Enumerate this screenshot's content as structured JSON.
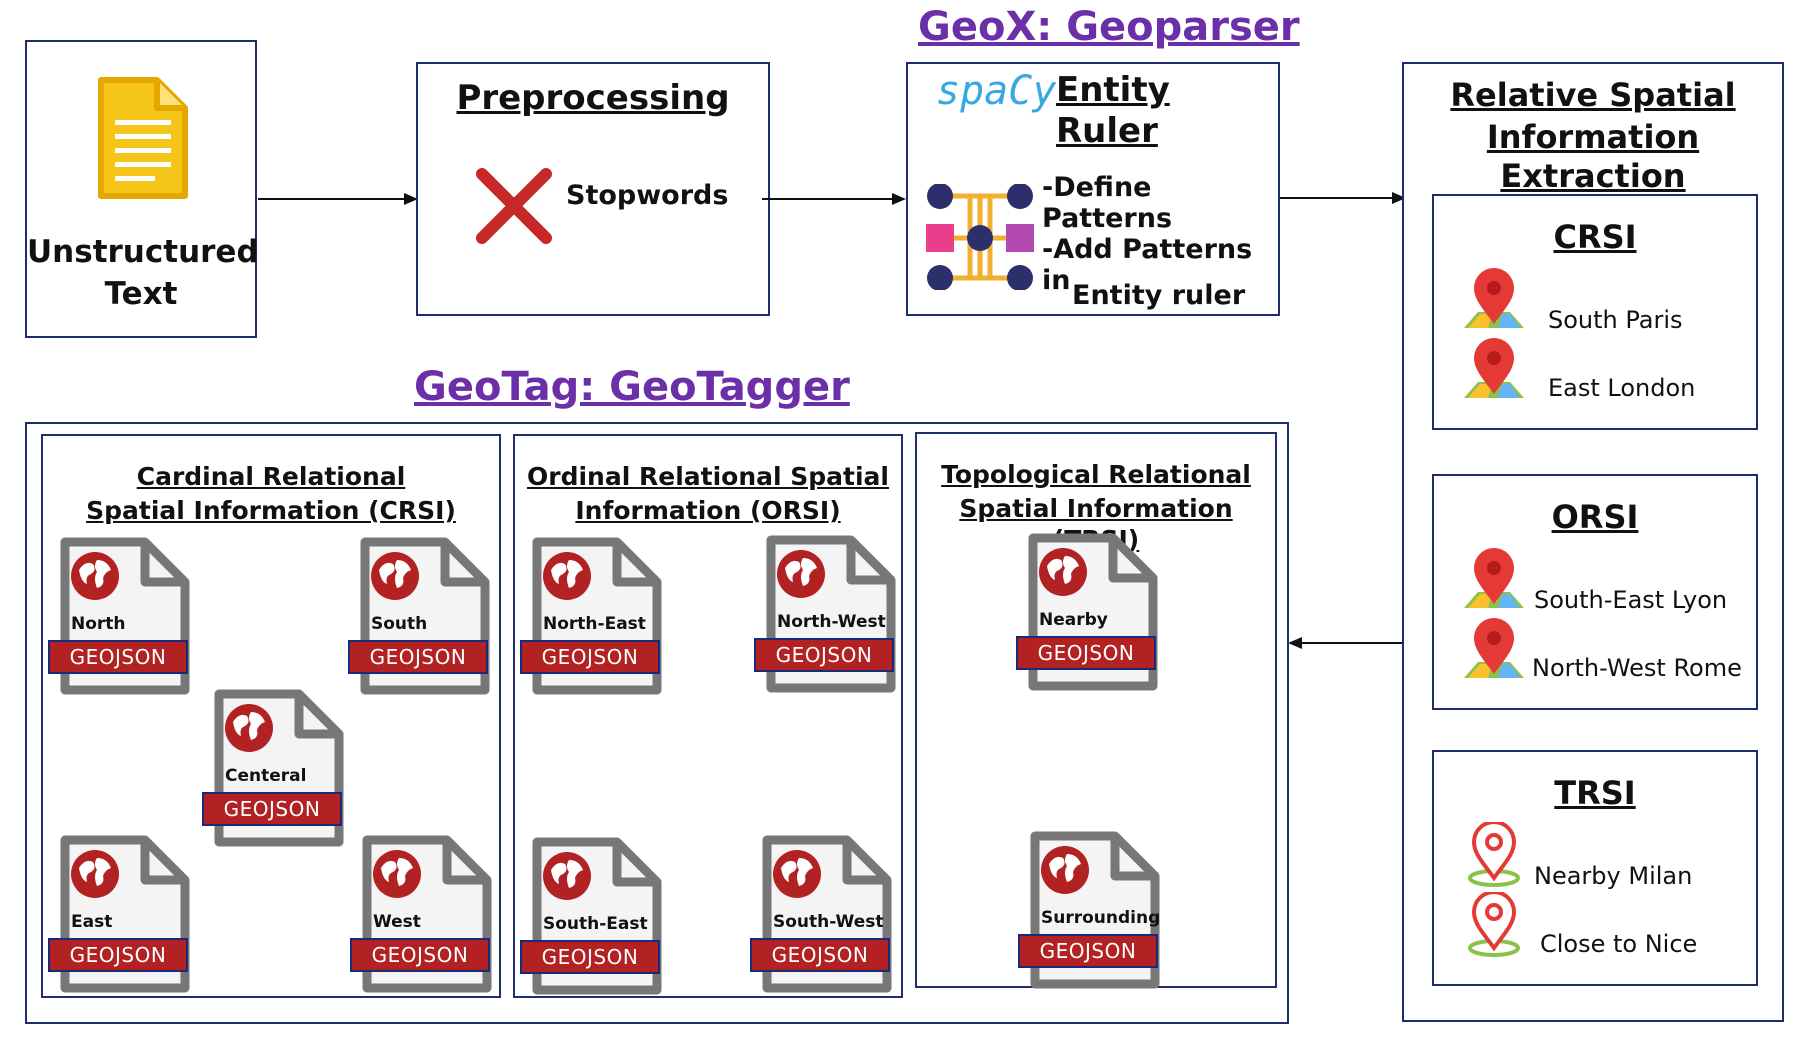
{
  "colors": {
    "box_border": "#1f2d6b",
    "heading_purple": "#6b2fa8",
    "geojson_red": "#b22222",
    "pin_red": "#e53935",
    "file_gray": "#777777",
    "doc_yellow": "#f5c518"
  },
  "headings": {
    "geox": "GeoX: Geoparser",
    "geotag": "GeoTag: GeoTagger"
  },
  "unstructured": {
    "icon": "document-icon",
    "line1": "Unstructured",
    "line2": "Text"
  },
  "preprocessing": {
    "title": "Preprocessing",
    "icon": "red-x-icon",
    "item": "Stopwords"
  },
  "geox": {
    "logo": "spaCy",
    "title": "Entity Ruler",
    "icon": "pattern-graph-icon",
    "item1": "-Define Patterns",
    "item2": "-Add Patterns in",
    "item3": "Entity ruler"
  },
  "rsie": {
    "title1": "Relative Spatial",
    "title2": "Information Extraction",
    "crsi": {
      "title": "CRSI",
      "items": [
        "South Paris",
        "East London"
      ]
    },
    "orsi": {
      "title": "ORSI",
      "items": [
        "South-East Lyon",
        "North-West Rome"
      ]
    },
    "trsi": {
      "title": "TRSI",
      "items": [
        "Nearby Milan",
        "Close to Nice"
      ]
    }
  },
  "geotagger": {
    "crsi": {
      "title1": "Cardinal Relational",
      "title2": "Spatial Information (CRSI)",
      "files": [
        "North",
        "South",
        "Centeral",
        "East",
        "West"
      ]
    },
    "orsi": {
      "title1": "Ordinal Relational Spatial",
      "title2": "Information (ORSI)",
      "files": [
        "North-East",
        "North-West",
        "South-East",
        "South-West"
      ]
    },
    "trsi": {
      "title1": "Topological Relational",
      "title2": "Spatial Information (TRSI)",
      "files": [
        "Nearby",
        "Surrounding"
      ]
    },
    "badge": "GEOJSON"
  }
}
